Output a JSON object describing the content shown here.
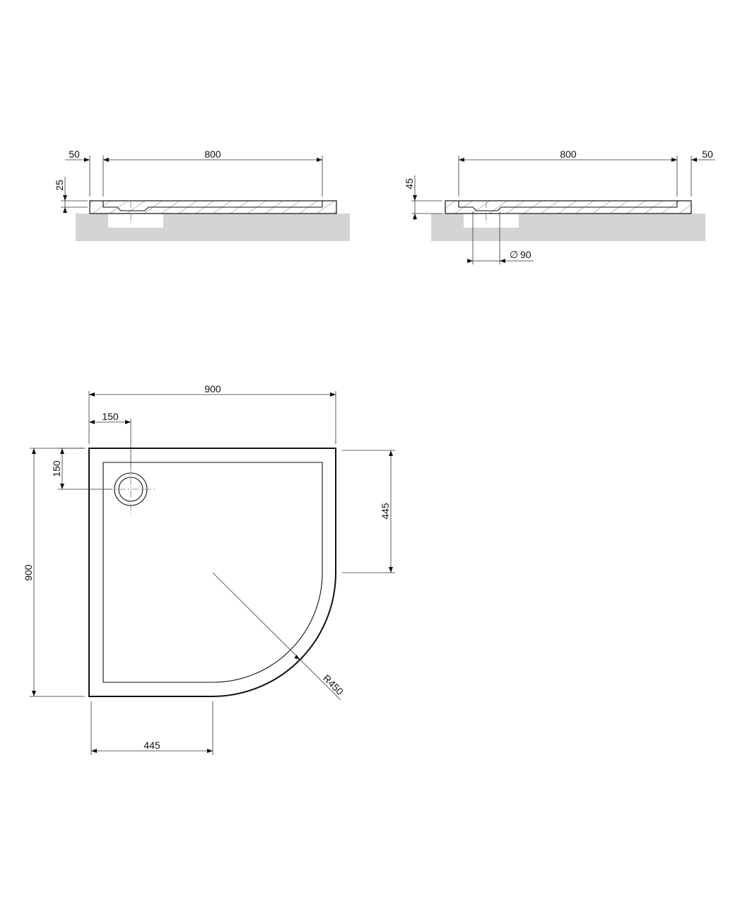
{
  "side_view_left": {
    "width_label": "800",
    "rim_label": "50",
    "height_label": "25"
  },
  "side_view_right": {
    "width_label": "800",
    "rim_label": "50",
    "height_label": "45",
    "drain_label": "90",
    "diameter_symbol": "∅"
  },
  "plan_view": {
    "width_label": "900",
    "height_label": "900",
    "drain_x_label": "150",
    "drain_y_label": "150",
    "straight_side_label": "445",
    "straight_bottom_label": "445",
    "radius_label": "R450"
  },
  "colors": {
    "line": "#111111",
    "ground": "#d4d4d4"
  }
}
